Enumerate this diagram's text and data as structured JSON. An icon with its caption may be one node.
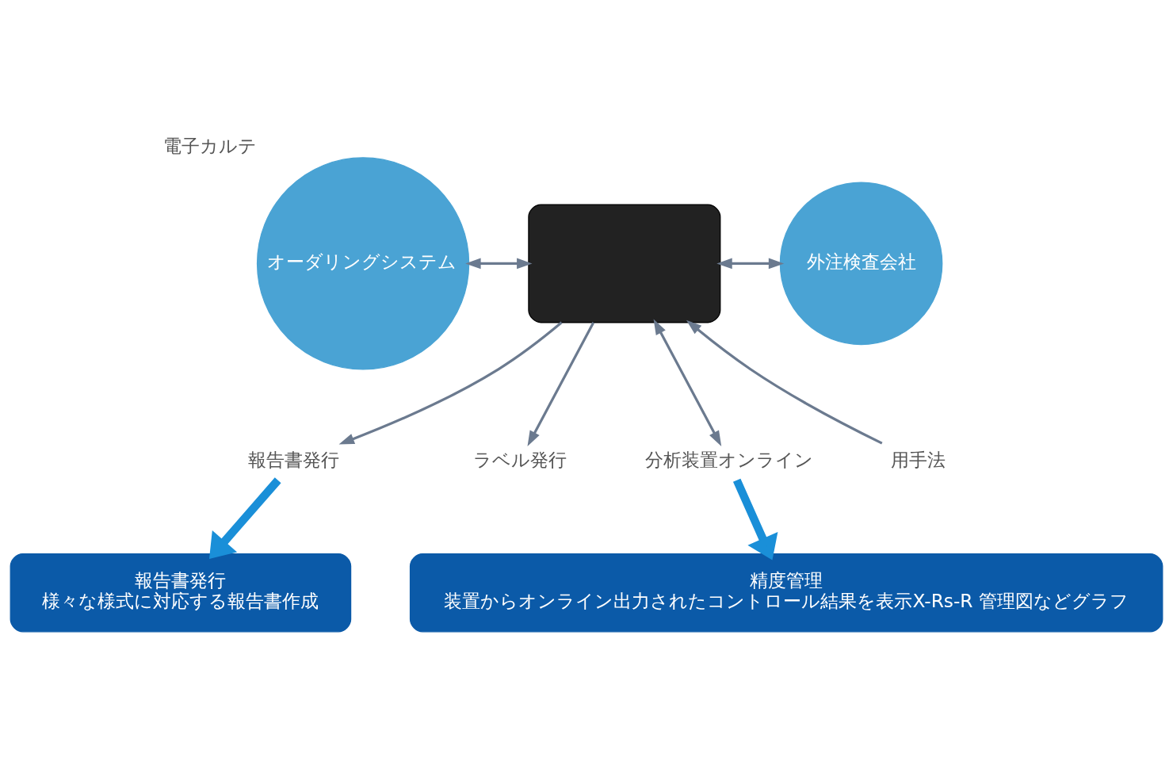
{
  "diagram": {
    "nodes": [
      {
        "text": [
          "オーダリングシステム"
        ],
        "beside": [
          "電子カルテ"
        ]
      },
      {
        "text": [],
        "shape": "box"
      },
      {
        "text": [
          "外注検査会社"
        ]
      },
      {
        "text": [
          "報告書発行"
        ]
      },
      {
        "text": [
          "ラベル発行"
        ]
      },
      {
        "text": [
          "分析装置オンライン"
        ]
      },
      {
        "text": [
          "用手法"
        ]
      },
      {
        "text": [
          "報告書発行",
          "様々な様式に対応する報告書作成"
        ]
      },
      {
        "text": [
          "精度管理",
          "装置からオンライン出力されたコントロール結果を表示X-Rs-R 管理図などグラフ"
        ]
      }
    ],
    "edges": [
      {
        "from": 0,
        "to": 1,
        "arrow": "both"
      },
      {
        "from": 1,
        "to": 2,
        "arrow": "both"
      },
      {
        "from": 1,
        "to": 3,
        "arrow": "to"
      },
      {
        "from": 1,
        "to": 4,
        "arrow": "to"
      },
      {
        "from": 1,
        "to": 5,
        "arrow": "both"
      },
      {
        "from": 6,
        "to": 1,
        "arrow": "to"
      },
      {
        "from": 3,
        "to": 7,
        "arrow": "to",
        "style": "thick",
        "color": "#1a8fd8"
      },
      {
        "from": 5,
        "to": 8,
        "arrow": "to",
        "style": "thick",
        "color": "#1a8fd8"
      }
    ]
  }
}
